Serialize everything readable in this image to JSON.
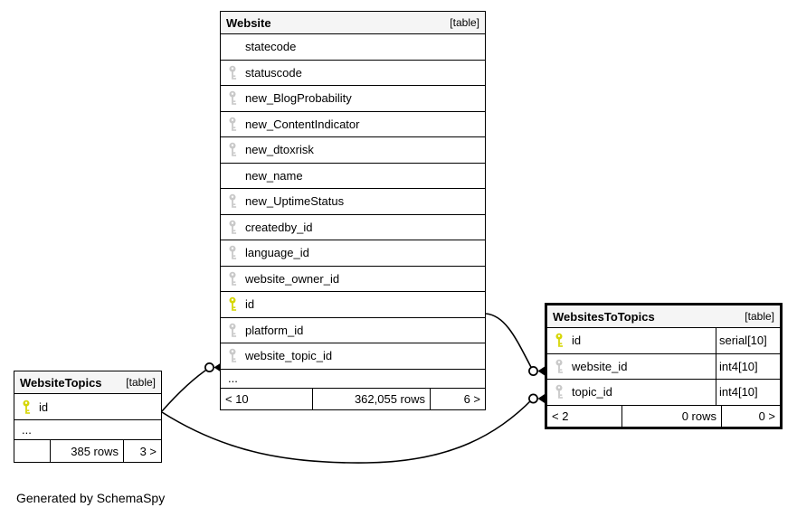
{
  "caption": "Generated by SchemaSpy",
  "colors": {
    "pk_key": "#d6d606",
    "fk_key": "#c9c9c9",
    "header_bg": "#f5f5f5",
    "line": "#000000"
  },
  "icons": {
    "primary_key": "key-icon",
    "index_key": "key-icon"
  },
  "tables": {
    "website": {
      "title": "Website",
      "tag": "[table]",
      "columns": [
        {
          "name": "statecode",
          "key": "none"
        },
        {
          "name": "statuscode",
          "key": "fk"
        },
        {
          "name": "new_BlogProbability",
          "key": "fk"
        },
        {
          "name": "new_ContentIndicator",
          "key": "fk"
        },
        {
          "name": "new_dtoxrisk",
          "key": "fk"
        },
        {
          "name": "new_name",
          "key": "none"
        },
        {
          "name": "new_UptimeStatus",
          "key": "fk"
        },
        {
          "name": "createdby_id",
          "key": "fk"
        },
        {
          "name": "language_id",
          "key": "fk"
        },
        {
          "name": "website_owner_id",
          "key": "fk"
        },
        {
          "name": "id",
          "key": "pk"
        },
        {
          "name": "platform_id",
          "key": "fk"
        },
        {
          "name": "website_topic_id",
          "key": "fk"
        }
      ],
      "more_indicator": "...",
      "pager": {
        "prev": "< 10",
        "rows": "362,055 rows",
        "next": "6 >"
      }
    },
    "websiteTopics": {
      "title": "WebsiteTopics",
      "tag": "[table]",
      "columns": [
        {
          "name": "id",
          "key": "pk"
        }
      ],
      "more_indicator": "...",
      "pager": {
        "prev": "",
        "rows": "385 rows",
        "next": "3 >"
      }
    },
    "websitesToTopics": {
      "title": "WebsitesToTopics",
      "tag": "[table]",
      "columns": [
        {
          "name": "id",
          "key": "pk",
          "type": "serial[10]"
        },
        {
          "name": "website_id",
          "key": "fk",
          "type": "int4[10]"
        },
        {
          "name": "topic_id",
          "key": "fk",
          "type": "int4[10]"
        }
      ],
      "pager": {
        "prev": "< 2",
        "rows": "0 rows",
        "next": "0 >"
      }
    }
  },
  "relationships": [
    {
      "fk": "WebsitesToTopics.website_id",
      "references": "Website.id"
    },
    {
      "fk": "Website.website_topic_id",
      "references": "WebsiteTopics.id"
    },
    {
      "fk": "WebsitesToTopics.topic_id",
      "references": "WebsiteTopics.id"
    }
  ]
}
